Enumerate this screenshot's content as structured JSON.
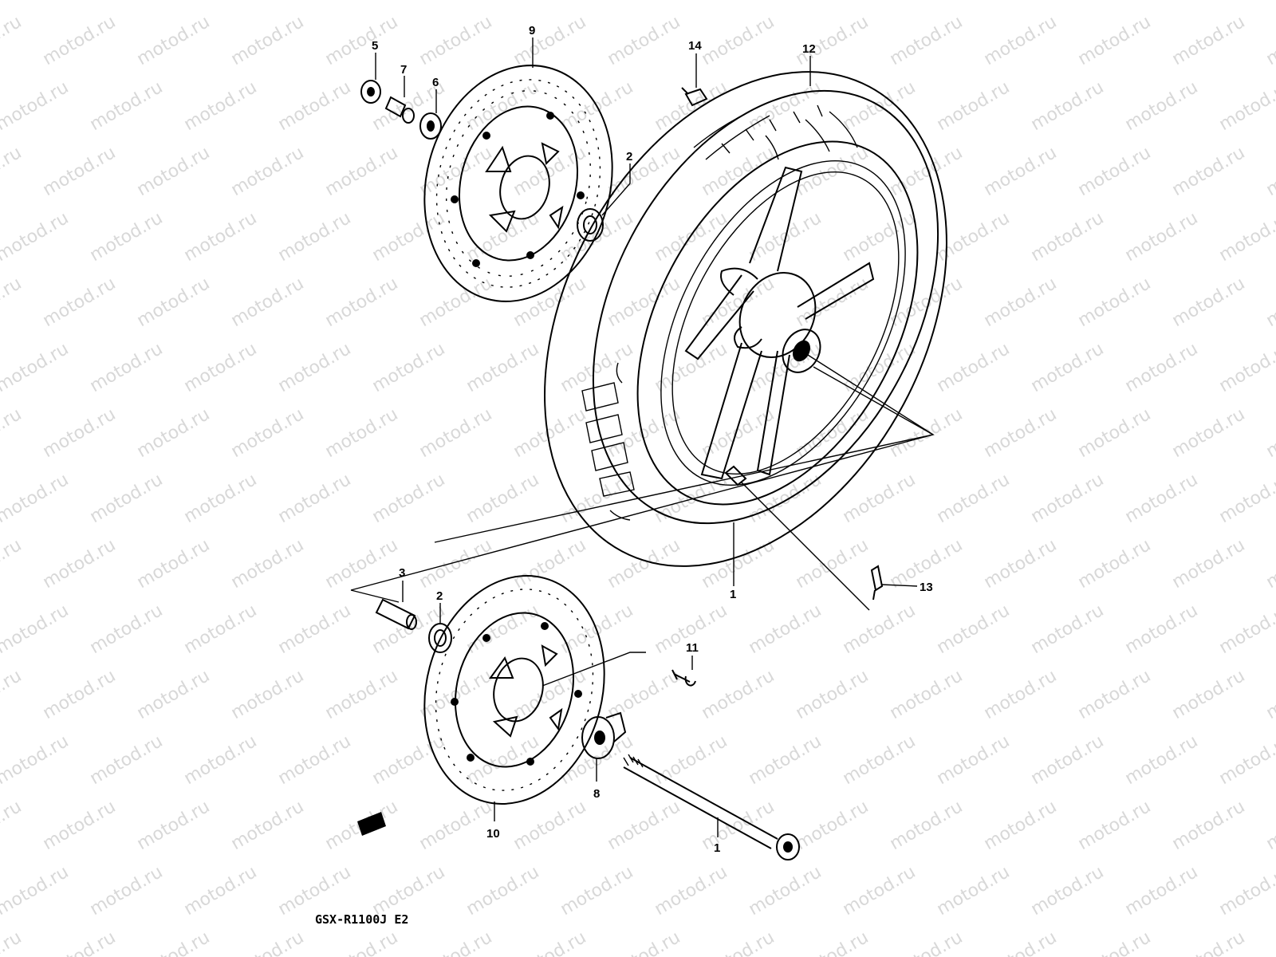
{
  "diagram": {
    "model_code": "GSX-R1100J E2",
    "watermark_text": "motod.ru",
    "colors": {
      "ink": "#000000",
      "watermark": "#d8d8d8",
      "background": "#ffffff"
    },
    "callouts": {
      "c1_axle": "1",
      "c1_rim": "1",
      "c2_upper": "2",
      "c2_lower": "2",
      "c3": "3",
      "c5": "5",
      "c6": "6",
      "c7": "7",
      "c8": "8",
      "c9": "9",
      "c10": "10",
      "c11": "11",
      "c12": "12",
      "c13": "13",
      "c14": "14"
    }
  }
}
